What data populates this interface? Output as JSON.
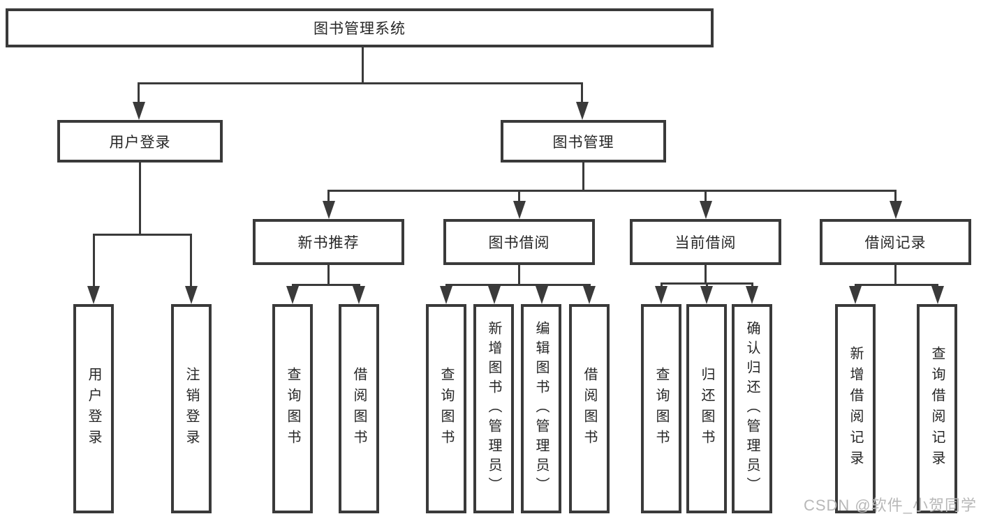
{
  "nodes": {
    "root": "图书管理系统",
    "user_login": "用户登录",
    "book_mgmt": "图书管理",
    "new_book_rec": "新书推荐",
    "book_borrow": "图书借阅",
    "current_borrow": "当前借阅",
    "borrow_records": "借阅记录"
  },
  "leaves": {
    "ul_login": "用户登录",
    "ul_logout": "注销登录",
    "nbr_query": "查询图书",
    "nbr_borrow": "借阅图书",
    "bb_query": "查询图书",
    "bb_add": "新增图书（管理员）",
    "bb_edit": "编辑图书（管理员）",
    "bb_borrow": "借阅图书",
    "cb_query": "查询图书",
    "cb_return": "归还图书",
    "cb_confirm": "确认归还（管理员）",
    "br_add": "新增借阅记录",
    "br_query": "查询借阅记录"
  },
  "watermark": "CSDN @软件_小贺同学",
  "colors": {
    "line": "#3a3a3a",
    "text": "#262626",
    "background": "#ffffff",
    "watermark": "#b8b8b8"
  }
}
